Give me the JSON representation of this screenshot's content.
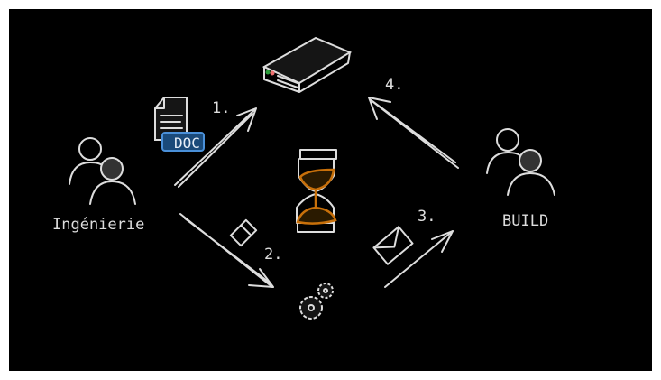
{
  "actors": {
    "left": "Ingénierie",
    "right": "BUILD"
  },
  "doc_badge": "DOC",
  "steps": [
    "1.",
    "2.",
    "3.",
    "4."
  ],
  "colors": {
    "background": "#000000",
    "stroke": "#dddddd",
    "doc_badge": "#4a90d9",
    "hourglass_sand": "#c8700a"
  }
}
